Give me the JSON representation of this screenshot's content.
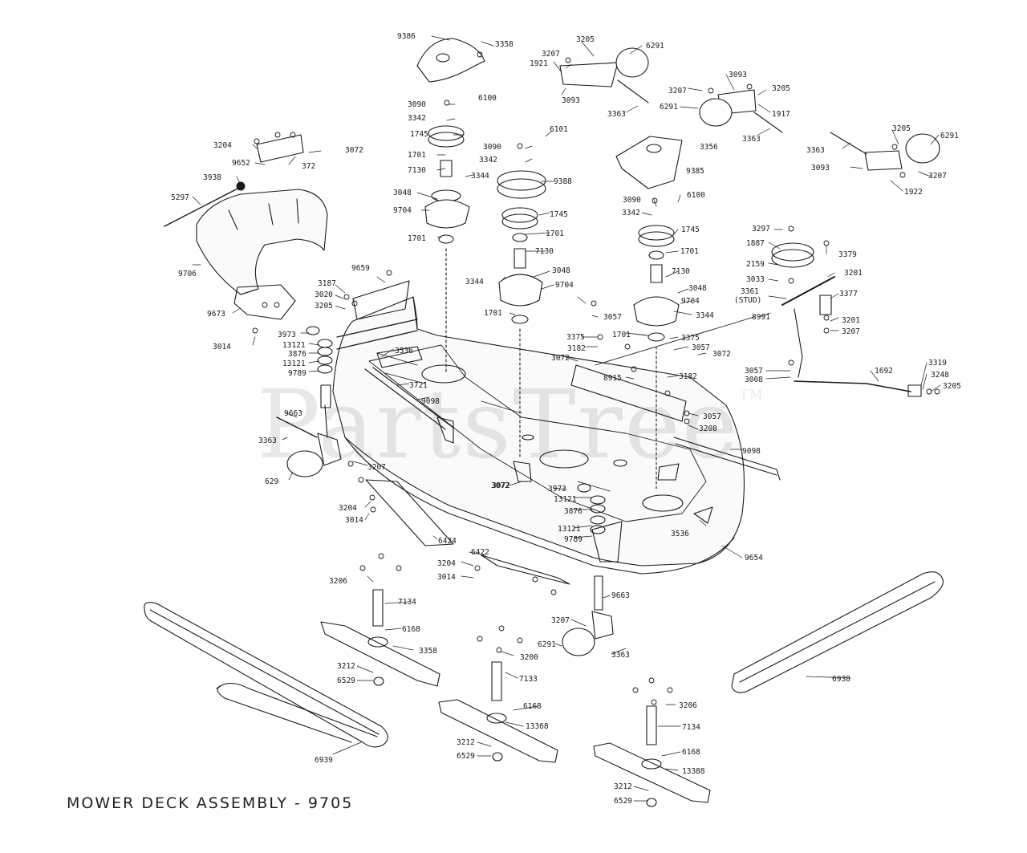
{
  "title": "MOWER DECK ASSEMBLY - 9705",
  "watermark": "PartsTree",
  "watermark_tm": "TM",
  "callouts": [
    {
      "id": "c9386",
      "label": "9386"
    },
    {
      "id": "c3358a",
      "label": "3358"
    },
    {
      "id": "c3205a",
      "label": "3205"
    },
    {
      "id": "c6291a",
      "label": "6291"
    },
    {
      "id": "c3207a",
      "label": "3207"
    },
    {
      "id": "c1921",
      "label": "1921"
    },
    {
      "id": "c3093a",
      "label": "3093"
    },
    {
      "id": "c3363a",
      "label": "3363"
    },
    {
      "id": "c3093b",
      "label": "3093"
    },
    {
      "id": "c3207b",
      "label": "3207"
    },
    {
      "id": "c3205b",
      "label": "3205"
    },
    {
      "id": "c6291b",
      "label": "6291"
    },
    {
      "id": "c1917",
      "label": "1917"
    },
    {
      "id": "c3363b",
      "label": "3363"
    },
    {
      "id": "c3205c",
      "label": "3205"
    },
    {
      "id": "c6291c",
      "label": "6291"
    },
    {
      "id": "c3363c",
      "label": "3363"
    },
    {
      "id": "c3093c",
      "label": "3093"
    },
    {
      "id": "c3207c",
      "label": "3207"
    },
    {
      "id": "c1922",
      "label": "1922"
    },
    {
      "id": "c3090a",
      "label": "3090"
    },
    {
      "id": "c6100a",
      "label": "6100"
    },
    {
      "id": "c3342a",
      "label": "3342"
    },
    {
      "id": "c1745a",
      "label": "1745"
    },
    {
      "id": "c1701a",
      "label": "1701"
    },
    {
      "id": "c7130a",
      "label": "7130"
    },
    {
      "id": "c3344a",
      "label": "3344"
    },
    {
      "id": "c3048a",
      "label": "3048"
    },
    {
      "id": "c9704a",
      "label": "9704"
    },
    {
      "id": "c1701b",
      "label": "1701"
    },
    {
      "id": "c3090b",
      "label": "3090"
    },
    {
      "id": "c6101",
      "label": "6101"
    },
    {
      "id": "c3342b",
      "label": "3342"
    },
    {
      "id": "c9388",
      "label": "9388"
    },
    {
      "id": "c1745b",
      "label": "1745"
    },
    {
      "id": "c1701c",
      "label": "1701"
    },
    {
      "id": "c7130b",
      "label": "7130"
    },
    {
      "id": "c3344b",
      "label": "3344"
    },
    {
      "id": "c3048b",
      "label": "3048"
    },
    {
      "id": "c9704b",
      "label": "9704"
    },
    {
      "id": "c1701d",
      "label": "1701"
    },
    {
      "id": "c3356",
      "label": "3356"
    },
    {
      "id": "c9385",
      "label": "9385"
    },
    {
      "id": "c3090c",
      "label": "3090"
    },
    {
      "id": "c6100b",
      "label": "6100"
    },
    {
      "id": "c3342c",
      "label": "3342"
    },
    {
      "id": "c1745c",
      "label": "1745"
    },
    {
      "id": "c1701e",
      "label": "1701"
    },
    {
      "id": "c7130c",
      "label": "7130"
    },
    {
      "id": "c3048c",
      "label": "3048"
    },
    {
      "id": "c9704c",
      "label": "9704"
    },
    {
      "id": "c3344c",
      "label": "3344"
    },
    {
      "id": "c1701f",
      "label": "1701"
    },
    {
      "id": "c3204a",
      "label": "3204"
    },
    {
      "id": "c3072a",
      "label": "3072"
    },
    {
      "id": "c9652",
      "label": "9652"
    },
    {
      "id": "c372",
      "label": "372"
    },
    {
      "id": "c3938",
      "label": "3938"
    },
    {
      "id": "c5297",
      "label": "5297"
    },
    {
      "id": "c9706",
      "label": "9706"
    },
    {
      "id": "c9673",
      "label": "9673"
    },
    {
      "id": "c3014a",
      "label": "3014"
    },
    {
      "id": "c9659",
      "label": "9659"
    },
    {
      "id": "c3187",
      "label": "3187"
    },
    {
      "id": "c3020",
      "label": "3020"
    },
    {
      "id": "c3205d",
      "label": "3205"
    },
    {
      "id": "c3973a",
      "label": "3973"
    },
    {
      "id": "c13121a",
      "label": "13121"
    },
    {
      "id": "c3876a",
      "label": "3876"
    },
    {
      "id": "c13121b",
      "label": "13121"
    },
    {
      "id": "c9789a",
      "label": "9789"
    },
    {
      "id": "c3536a",
      "label": "3536"
    },
    {
      "id": "c3721",
      "label": "3721"
    },
    {
      "id": "c9098a",
      "label": "9098"
    },
    {
      "id": "c9663a",
      "label": "9663"
    },
    {
      "id": "c3363d",
      "label": "3363"
    },
    {
      "id": "c6291d",
      "label": "629"
    },
    {
      "id": "c3207d",
      "label": "3207"
    },
    {
      "id": "c3204b",
      "label": "3204"
    },
    {
      "id": "c3014b",
      "label": "3014"
    },
    {
      "id": "c6424",
      "label": "6424"
    },
    {
      "id": "c3072b",
      "label": "3072"
    },
    {
      "id": "c3057a",
      "label": "3057"
    },
    {
      "id": "c3375a",
      "label": "3375"
    },
    {
      "id": "c3182a",
      "label": "3182"
    },
    {
      "id": "c3072c",
      "label": "3072"
    },
    {
      "id": "c3375b",
      "label": "3375"
    },
    {
      "id": "c3057b",
      "label": "3057"
    },
    {
      "id": "c3072d",
      "label": "3072"
    },
    {
      "id": "c3182b",
      "label": "3182"
    },
    {
      "id": "c8915",
      "label": "8915"
    },
    {
      "id": "c3057c",
      "label": "3057"
    },
    {
      "id": "c3208",
      "label": "3208"
    },
    {
      "id": "c9098b",
      "label": "9098"
    },
    {
      "id": "c3297",
      "label": "3297"
    },
    {
      "id": "c1887",
      "label": "1887"
    },
    {
      "id": "c3379",
      "label": "3379"
    },
    {
      "id": "c2159",
      "label": "2159"
    },
    {
      "id": "c3201a",
      "label": "3201"
    },
    {
      "id": "c3033",
      "label": "3033"
    },
    {
      "id": "c3361",
      "label": "3361"
    },
    {
      "id": "c3361stud",
      "label": "(STUD)"
    },
    {
      "id": "c3377",
      "label": "3377"
    },
    {
      "id": "c8991",
      "label": "8991"
    },
    {
      "id": "c3201b",
      "label": "3201"
    },
    {
      "id": "c3207e",
      "label": "3207"
    },
    {
      "id": "c3057d",
      "label": "3057"
    },
    {
      "id": "c3008",
      "label": "3008"
    },
    {
      "id": "c1692",
      "label": "1692"
    },
    {
      "id": "c3319",
      "label": "3319"
    },
    {
      "id": "c3248",
      "label": "3248"
    },
    {
      "id": "c3205e",
      "label": "3205"
    },
    {
      "id": "c3072e",
      "label": "3072"
    },
    {
      "id": "c3973b",
      "label": "3973"
    },
    {
      "id": "c13121c",
      "label": "13121"
    },
    {
      "id": "c3876b",
      "label": "3876"
    },
    {
      "id": "c13121d",
      "label": "13121"
    },
    {
      "id": "c9789b",
      "label": "9789"
    },
    {
      "id": "c3536b",
      "label": "3536"
    },
    {
      "id": "c9654",
      "label": "9654"
    },
    {
      "id": "c6422",
      "label": "6422"
    },
    {
      "id": "c3204c",
      "label": "3204"
    },
    {
      "id": "c3014c",
      "label": "3014"
    },
    {
      "id": "c9663b",
      "label": "9663"
    },
    {
      "id": "c3206a",
      "label": "3206"
    },
    {
      "id": "c7134a",
      "label": "7134"
    },
    {
      "id": "c6168a",
      "label": "6168"
    },
    {
      "id": "c3358b",
      "label": "3358"
    },
    {
      "id": "c3212a",
      "label": "3212"
    },
    {
      "id": "c6529a",
      "label": "6529"
    },
    {
      "id": "c3207f",
      "label": "3207"
    },
    {
      "id": "c6291e",
      "label": "6291"
    },
    {
      "id": "c3363e",
      "label": "3363"
    },
    {
      "id": "c3200",
      "label": "3200"
    },
    {
      "id": "c7133",
      "label": "7133"
    },
    {
      "id": "c6168b",
      "label": "6168"
    },
    {
      "id": "c13368a",
      "label": "13368"
    },
    {
      "id": "c3212b",
      "label": "3212"
    },
    {
      "id": "c6529b",
      "label": "6529"
    },
    {
      "id": "c3206b",
      "label": "3206"
    },
    {
      "id": "c7134b",
      "label": "7134"
    },
    {
      "id": "c6168c",
      "label": "6168"
    },
    {
      "id": "c13388",
      "label": "13388"
    },
    {
      "id": "c3212c",
      "label": "3212"
    },
    {
      "id": "c6529c",
      "label": "6529"
    },
    {
      "id": "c6938",
      "label": "6938"
    },
    {
      "id": "c6939",
      "label": "6939"
    }
  ]
}
